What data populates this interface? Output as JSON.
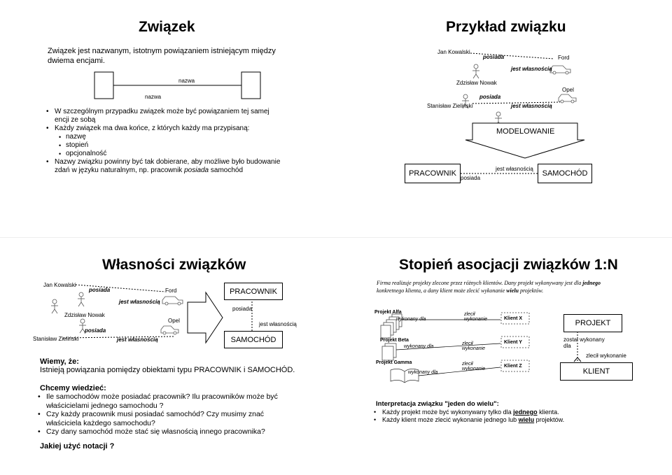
{
  "s1": {
    "title": "Związek",
    "intro": "Związek jest nazwanym, istotnym powiązaniem istniejącym między dwiema encjami.",
    "label_top": "nazwa",
    "label_bottom": "nazwa",
    "bullets": [
      "W szczególnym przypadku związek może być powiązaniem tej samej encji ze sobą",
      "Każdy związek ma dwa końce, z których każdy ma przypisaną:"
    ],
    "sub": [
      "nazwę",
      "stopień",
      "opcjonalność"
    ],
    "b3_a": "Nazwy związku powinny być tak dobierane, aby możliwe było budowanie",
    "b3_b": "zdań w języku naturalnym, np. pracownik ",
    "b3_it": "posiada",
    "b3_c": " samochód"
  },
  "s2": {
    "title": "Przykład związku",
    "jan": "Jan Kowalski",
    "posiada1": "posiada",
    "ford": "Ford",
    "jw1": "jest własnością",
    "zdzislaw": "Zdzisław Nowak",
    "opel": "Opel",
    "stanislaw": "Stanisław Zieliński",
    "posiada2": "posiada",
    "jw2": "jest własnością",
    "modelowanie": "MODELOWANIE",
    "pracownik": "PRACOWNIK",
    "posiada3": "posiada",
    "jw3": "jest własnością",
    "samochod": "SAMOCHÓD"
  },
  "s3": {
    "title": "Własności związków",
    "jan": "Jan Kowalski",
    "posiada1": "posiada",
    "ford": "Ford",
    "jw1": "jest własnością",
    "zdzislaw": "Zdzisław Nowak",
    "opel": "Opel",
    "posiada2": "posiada",
    "stanislaw": "Stanisław Zieliński",
    "jw2": "jest własnością",
    "pracownik": "PRACOWNIK",
    "posiada3": "posiada",
    "jw3": "jest własnością",
    "samochod": "SAMOCHÓD",
    "wiemy": "Wiemy, że:",
    "wiemy_text": "Istnieją powiązania pomiędzy obiektami typu PRACOWNIK i SAMOCHÓD.",
    "chcemy": "Chcemy wiedzieć:",
    "q1": "Ile samochodów może posiadać pracownik? Ilu pracowników może być właścicielami jednego samochodu ?",
    "q2": "Czy każdy pracownik musi posiadać samochód? Czy musimy znać właściciela każdego samochodu?",
    "q3": "Czy dany samochód może stać się własnością innego pracownika?",
    "jakiej": "Jakiej użyć notacji ?"
  },
  "s4": {
    "title": "Stopień asocjacji związków 1:N",
    "intro_a": "Firma realizuje projekty zlecone przez różnych klientów. Dany projekt wykonywany jest dla ",
    "intro_bold": "jednego",
    "intro_b": "konkretnego klienta, a dany klient może zlecić wykonanie ",
    "intro_bold2": "wielu",
    "intro_c": " projektów.",
    "p_alfa": "Projekt Alfa",
    "p_beta": "Projekt Beta",
    "p_gamma": "Projekt Gamma",
    "wd1": "wykonany dla",
    "wd2": "wykonany dla",
    "wd3": "wykonany dla",
    "zw1": "zlecił wykonanie",
    "zw2": "zlecił wykonanie",
    "zw3": "zlecił wykonanie",
    "kx": "Klient X",
    "ky": "Klient Y",
    "kz": "Klient Z",
    "projekt": "PROJEKT",
    "zostal": "został wykonany dla",
    "zlecil": "zlecił wykonanie",
    "klient": "KLIENT",
    "interp_title": "Interpretacja związku \"jeden do wielu\":",
    "i1_a": "Każdy projekt może być wykonywany tylko dla ",
    "i1_u": "jednego",
    "i1_b": " klienta.",
    "i2_a": "Każdy klient może zlecić wykonanie jednego lub ",
    "i2_u": "wielu",
    "i2_b": " projektów."
  }
}
